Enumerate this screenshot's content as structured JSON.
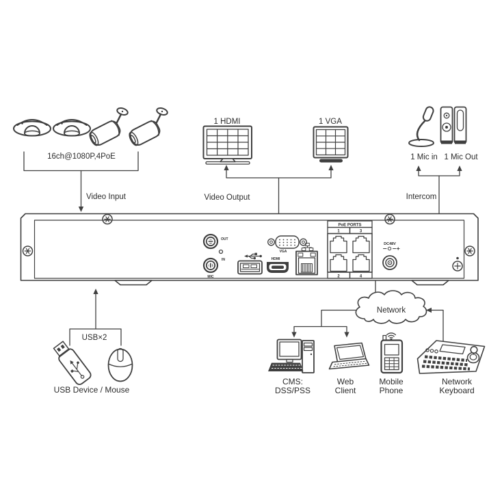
{
  "labels": {
    "camera_group": "16ch@1080P,4PoE",
    "video_input": "Video Input",
    "hdmi_monitor": "1 HDMI",
    "vga_monitor": "1 VGA",
    "video_output": "Video Output",
    "mic_in": "1 Mic in",
    "mic_out": "1 Mic Out",
    "intercom": "Intercom",
    "usb_count": "USB×2",
    "usb_devices": "USB Device / Mouse",
    "network": "Network"
  },
  "nvr_panel": {
    "audio_out": "OUT",
    "audio_in": "IN",
    "mic": "MIC",
    "vga": "VGA",
    "hdmi": "HDMI",
    "poe_header": "PoE PORTS",
    "poe_1": "1",
    "poe_2": "2",
    "poe_3": "3",
    "poe_4": "4",
    "power": "DC48V"
  },
  "network_devices": {
    "cms": {
      "line1": "CMS:",
      "line2": "DSS/PSS"
    },
    "web_client": {
      "line1": "Web",
      "line2": "Client"
    },
    "mobile_phone": {
      "line1": "Mobile",
      "line2": "Phone"
    },
    "network_keyboard": {
      "line1": "Network",
      "line2": "Keyboard"
    }
  },
  "colors": {
    "line": "#3f3f3f",
    "text": "#2b2b2b",
    "background": "#ffffff"
  }
}
